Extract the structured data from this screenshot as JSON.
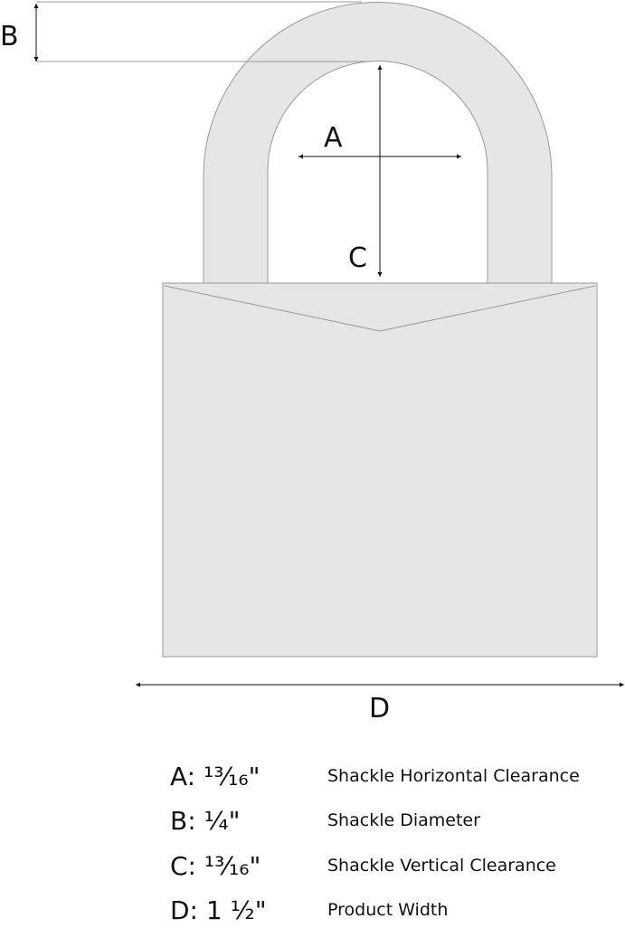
{
  "diagram": {
    "fill_color": "#e6e6e6",
    "stroke_color": "#999999",
    "arrow_color": "#111111",
    "labels": {
      "a": "A",
      "b": "B",
      "c": "C",
      "d": "D"
    }
  },
  "specs": [
    {
      "value": "A: ¹³⁄₁₆\"",
      "description": "Shackle Horizontal Clearance"
    },
    {
      "value": "B: ¼\"",
      "description": "Shackle Diameter"
    },
    {
      "value": "C: ¹³⁄₁₆\"",
      "description": "Shackle Vertical Clearance"
    },
    {
      "value": "D: 1 ½\"",
      "description": "Product Width"
    }
  ]
}
